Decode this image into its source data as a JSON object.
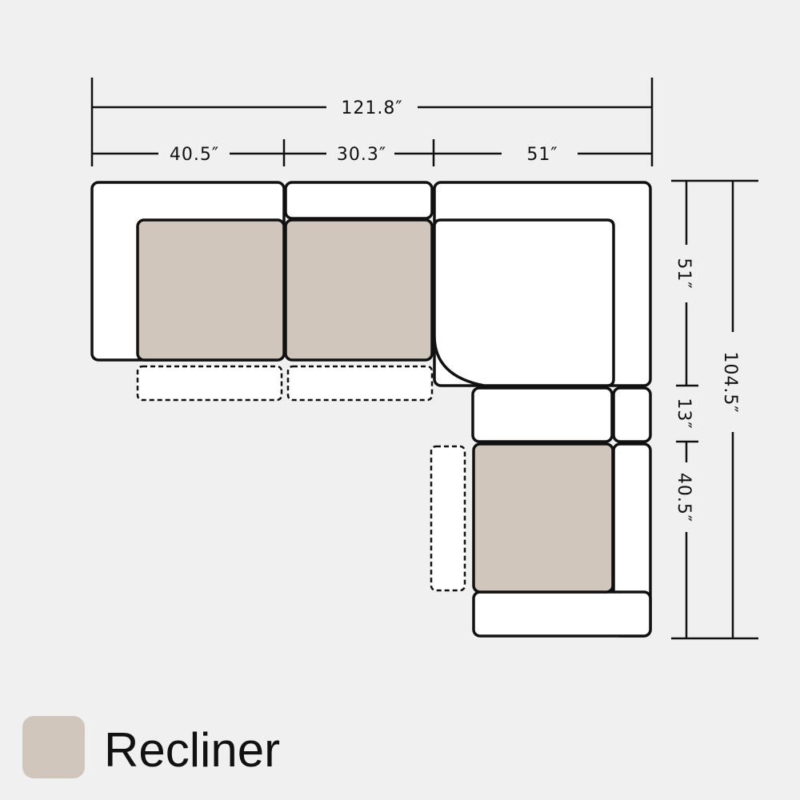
{
  "colors": {
    "background": "#f0f0f0",
    "recliner": "#d0c6bb",
    "outline": "#111111"
  },
  "dimensions": {
    "total_width": "121.8″",
    "seat_left": "40.5″",
    "seat_middle": "30.3″",
    "corner_width": "51″",
    "total_depth": "104.5″",
    "corner_depth": "51″",
    "connector": "13″",
    "seat_bottom": "40.5″"
  },
  "legend": {
    "label": "Recliner"
  }
}
